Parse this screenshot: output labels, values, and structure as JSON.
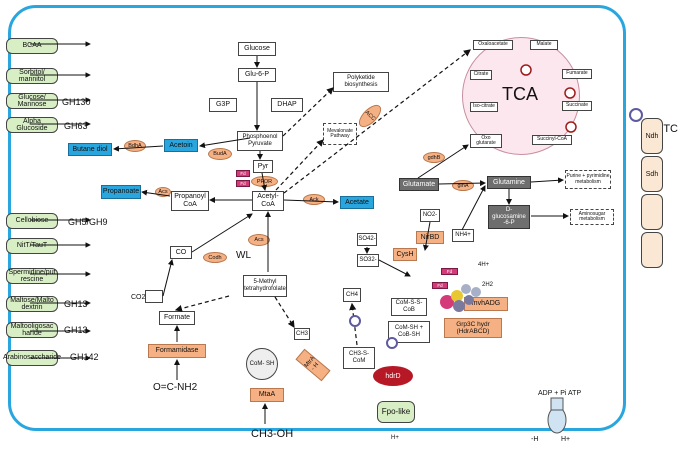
{
  "transporters": [
    "BCAA",
    "Sorbitol/ mannitol",
    "Glucose/ Mannose",
    "Alpha Glucoside",
    "Cellobiose",
    "NitT/TauT",
    "Spermidine/put rescine",
    "Maltose/Malto dextrin",
    "Maltooligosac haride",
    "Arabinosaccharide"
  ],
  "transporter_gh": [
    "GH130",
    "GH63",
    "GH5/GH9",
    "GH13",
    "GH13",
    "GH142"
  ],
  "glycolysis": {
    "glucose": "Glucose",
    "g6p": "Glu-6-P",
    "g3p": "G3P",
    "dhap": "DHAP",
    "pep": "Phosphoenol Pyruvate",
    "pyr": "Pyr",
    "polyketide": "Polyketide biosynthesis",
    "mevalonate": "Mevalonate Pathway"
  },
  "fermentation": {
    "butane_diol": "Butane diol",
    "acetoin": "Acetoin",
    "propanoate": "Propanoate",
    "propanoyl": "Propanoyl CoA",
    "acetyl": "Acetyl- CoA",
    "acetate": "Acetate"
  },
  "enzymes": {
    "bdh": "BdhA",
    "buda": "BudA",
    "pfor": "PFOR",
    "acs1": "Acs",
    "acs2": "Acs",
    "ack": "Ack",
    "codh": "Codh",
    "acc": "ACC",
    "gdh": "gdhB",
    "glna": "glnA"
  },
  "pink_labels": {
    "p1": "Fd",
    "p2": "Fd",
    "p3": "Fd",
    "p4": "Fd"
  },
  "wl": {
    "label": "WL",
    "co": "CO",
    "co2": "CO2",
    "methylthf": "5-Methyl tetrahydrofolate",
    "formate": "Formate",
    "formamidase": "Formamidase",
    "formamide": "O=C-NH2"
  },
  "tca": {
    "title": "TCA",
    "oxaloacetate": "Oxaloacetate",
    "malate": "Malate",
    "fumarate": "Fumarate",
    "succinate": "Succinate",
    "succinylcoa": "Succinyl-CoA",
    "oxo": "Oxo glutarate",
    "isocitrate": "Iso-citrate",
    "citrate": "Citrate"
  },
  "nitrogen": {
    "glutamate": "Glutamate",
    "glutamine": "Glutamine",
    "dglucosamine": "D- glucosamine -6-P",
    "purine": "Purine + pyrimidine metabolism",
    "aminosugar": "Aminosugar metabolism",
    "no2": "NO2-",
    "nh4": "NH4+",
    "nirbd": "NirBD",
    "so4": "SO42-",
    "so3": "SO32-",
    "cysh": "CysH"
  },
  "methano": {
    "ch4": "CH4",
    "comscob": "CoM-S-S- CoB",
    "comsh": "CoM-SH + CoB-SH",
    "ch3scom": "CH3-S- CoM",
    "comsh2": "CoM- SH",
    "ch3": "CH3",
    "mtaa": "MtaA",
    "mtra": "MtrA - H",
    "mvhadg": "mvhADG",
    "grp3c": "Grp3C hydr (HdrABCD)",
    "hdrd": "hdrD",
    "h4": "4H+",
    "h2": "2H2",
    "fpo": "Fpo-like",
    "hplus": "H+",
    "methanol": "CH3-OH"
  },
  "etc": {
    "label": "ETC",
    "items": [
      "Ndh",
      "Sdh",
      "",
      "",
      ""
    ],
    "atp": "ADP + Pi ATP",
    "h_in": "-H",
    "h_out": "H+"
  }
}
